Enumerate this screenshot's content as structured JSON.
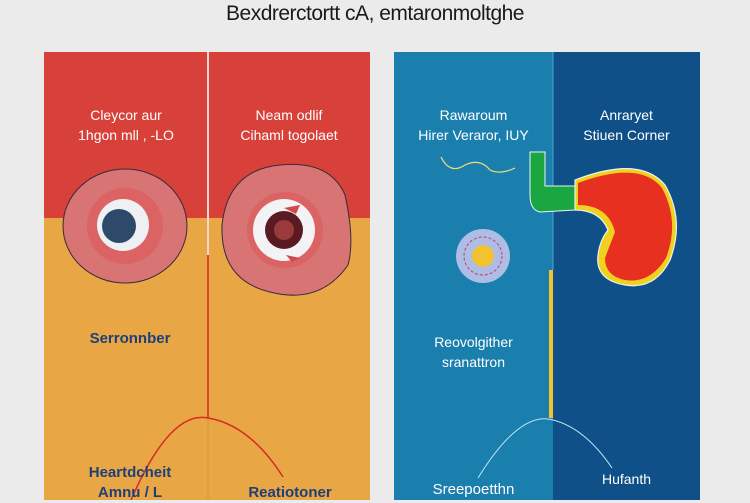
{
  "title": "Bexdrerctortt cA, emtaronmoltghe",
  "colors": {
    "background": "#ebebeb",
    "red": "#d8403a",
    "orange": "#e8a644",
    "blue_light": "#1b7fae",
    "blue_dark": "#0f5089",
    "yellow": "#f2c230",
    "green": "#1aa640"
  },
  "left_panel": {
    "top_left": {
      "line1": "Cleycor aur",
      "line2": "1hgon mll , -LO"
    },
    "top_right": {
      "line1": "Neam odlif",
      "line2": "Cihaml togolaet"
    },
    "mid_label": "Serronnber",
    "bottom_left": {
      "line1": "Heartdcheit",
      "line2": "Amnu / L"
    },
    "bottom_right": "Reatiotoner"
  },
  "right_panel": {
    "top_left": {
      "line1": "Rawaroum",
      "line2": "Hirer Veraror, IUY"
    },
    "top_right": {
      "line1": "Anraryet",
      "line2": "Stiuen Corner"
    },
    "mid_label": {
      "line1": "Reovolgither",
      "line2": "sranattron"
    },
    "bottom_left": "Sreepoetthn",
    "bottom_right": "Hufanth"
  }
}
